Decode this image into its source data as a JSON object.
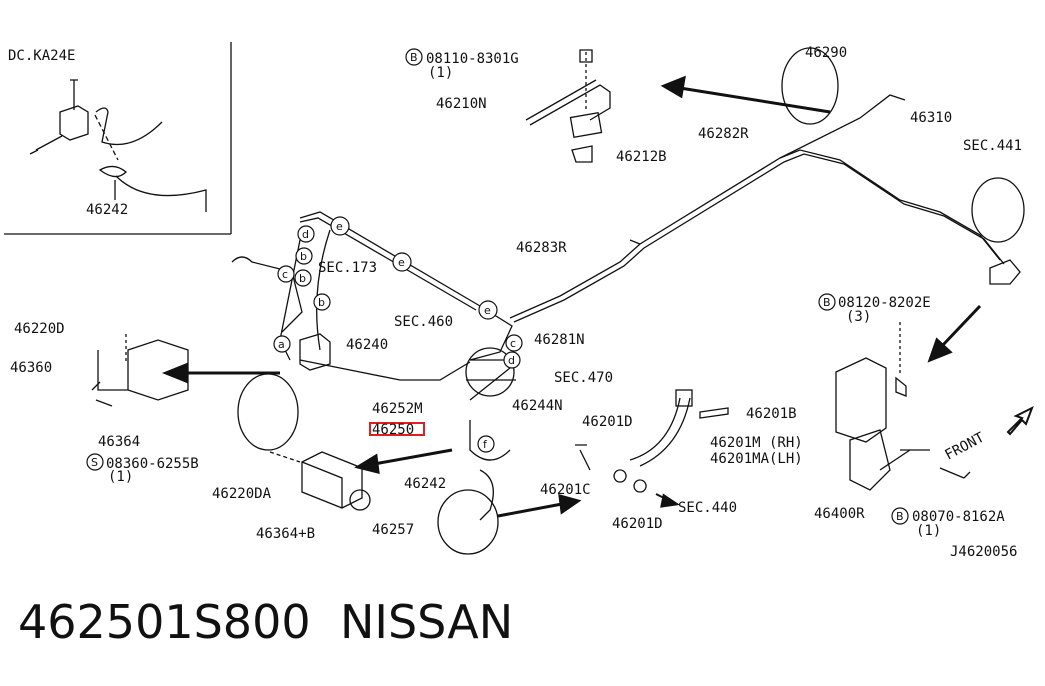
{
  "inset": {
    "title": "DC.KA24E",
    "part": "46242"
  },
  "labels": {
    "bolt_top": "08110-8301G",
    "bolt_top_qty": "(1)",
    "p46210N": "46210N",
    "p46212B": "46212B",
    "p46290": "46290",
    "p46310": "46310",
    "p46282R": "46282R",
    "sec441": "SEC.441",
    "p46283R": "46283R",
    "p46281N": "46281N",
    "sec173": "SEC.173",
    "sec460": "SEC.460",
    "sec470": "SEC.470",
    "p46240": "46240",
    "p46220D": "46220D",
    "p46360": "46360",
    "p46364": "46364",
    "bolt_left": "08360-6255B",
    "bolt_left_qty": "(1)",
    "p46252M": "46252M",
    "p46244N": "46244N",
    "p46250": "46250",
    "p46220DA": "46220DA",
    "p46364B": "46364+B",
    "p46257": "46257",
    "p46242": "46242",
    "p46201D_top": "46201D",
    "p46201C": "46201C",
    "p46201B": "46201B",
    "p46201M": "46201M (RH)",
    "p46201MA": "46201MA(LH)",
    "sec440": "SEC.440",
    "p46201D_bot": "46201D",
    "bolt_right": "08120-8202E",
    "bolt_right_qty": "(3)",
    "p46400R": "46400R",
    "bolt_bottom": "08070-8162A",
    "bolt_bottom_qty": "(1)",
    "front": "FRONT",
    "diagram_code": "J4620056",
    "circle_b": "B",
    "circle_s": "S",
    "ref_a": "a",
    "ref_b": "b",
    "ref_c": "c",
    "ref_d": "d",
    "ref_e": "e",
    "ref_f": "f"
  },
  "footer": {
    "part_number": "462501S800",
    "brand": "NISSAN"
  },
  "highlight_color": "#e02020"
}
